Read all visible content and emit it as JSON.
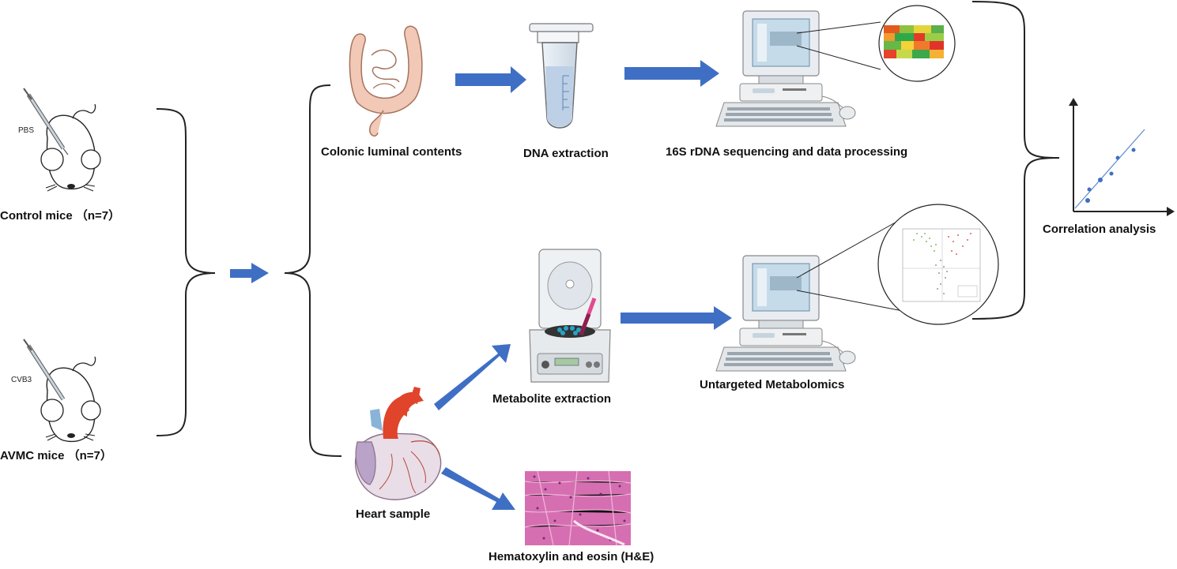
{
  "labels": {
    "control_mice": "Control mice （n=7）",
    "avmc_mice": "AVMC mice （n=7）",
    "pbs": "PBS",
    "cvb3": "CVB3",
    "colonic": "Colonic luminal contents",
    "dna": "DNA extraction",
    "seq16s": "16S rDNA sequencing and data processing",
    "metabolite": "Metabolite extraction",
    "untargeted": "Untargeted Metabolomics",
    "heart": "Heart sample",
    "he": "Hematoxylin and eosin (H&E)",
    "correlation": "Correlation analysis"
  },
  "icons": [
    "mouse-injection-icon",
    "intestine-icon",
    "microtube-icon",
    "computer-icon",
    "heatmap-icon",
    "volcano-plot-icon",
    "centrifuge-icon",
    "heart-icon",
    "histology-image",
    "scatter-plot-icon",
    "arrow-icon",
    "brace-icon"
  ],
  "colors": {
    "arrow": "#3f6fc4",
    "text": "#111111",
    "heart_red": "#e0442a",
    "heart_purple": "#b9a3c8",
    "intestine": "#f1c9b6",
    "he_pink": "#d66fb1"
  }
}
